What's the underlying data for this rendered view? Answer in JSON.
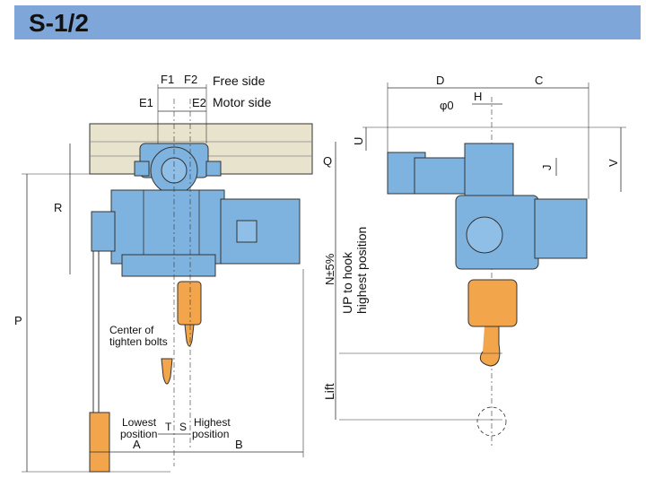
{
  "title": "S-1/2",
  "labels": {
    "f1": "F1",
    "f2": "F2",
    "free_side": "Free side",
    "e1": "E1",
    "e2": "E2",
    "motor_side": "Motor side",
    "r": "R",
    "q": "Q",
    "p": "P",
    "n": "N±5%",
    "up1": "UP to hook",
    "up2": "highest position",
    "center1": "Center of",
    "center2": "tighten bolts",
    "lowest1": "Lowest",
    "lowest2": "position",
    "highest1": "Highest",
    "highest2": "position",
    "t": "T",
    "s": "S",
    "a": "A",
    "b": "B",
    "d": "D",
    "c": "C",
    "h": "H",
    "phi": "φ0",
    "u": "U",
    "v": "V",
    "j": "J",
    "lift": "Lift"
  },
  "colors": {
    "band": "#7ea6d8",
    "body": "#7fb3df",
    "hook": "#f2a54a",
    "beam": "#e8e3cc"
  }
}
